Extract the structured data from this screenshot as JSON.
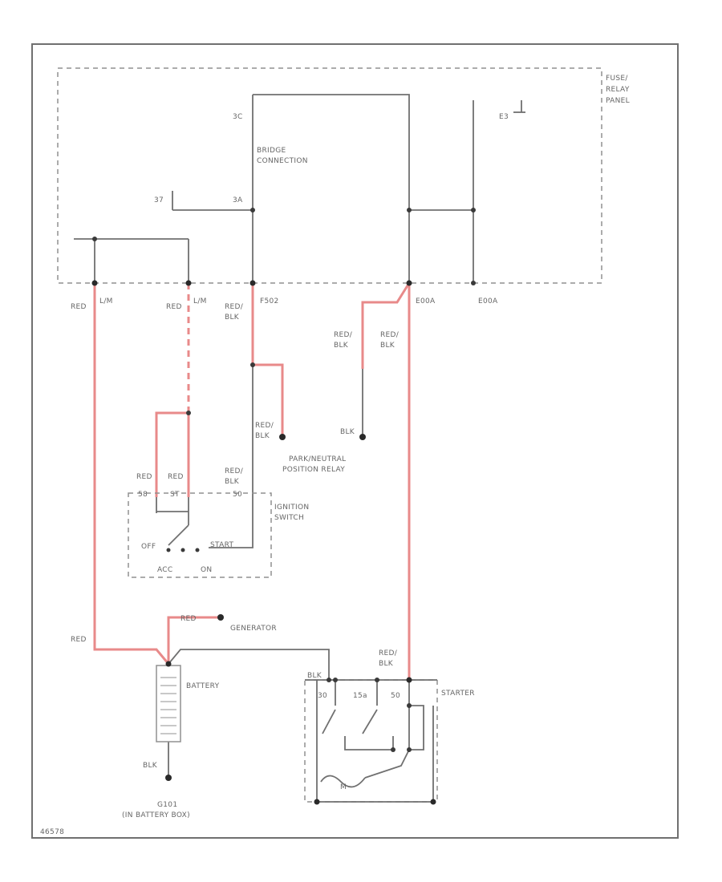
{
  "labels": {
    "fuse_relay_panel": [
      "FUSE/",
      "RELAY",
      "PANEL"
    ],
    "bridge_connection": [
      "BRIDGE",
      "CONNECTION"
    ],
    "pin_3c": "3C",
    "pin_3a": "3A",
    "pin_37": "37",
    "pin_e3": "E3",
    "red_lm1": "RED",
    "lm1": "L/M",
    "red_lm2": "RED",
    "lm2": "L/M",
    "f502_wire": [
      "RED/",
      "BLK"
    ],
    "f502": "F502",
    "e00a_1": "E00A",
    "e00a_2": "E00A",
    "left_red_blk": [
      "RED/",
      "BLK"
    ],
    "right_red_blk": [
      "RED/",
      "BLK"
    ],
    "park_wire": [
      "RED/",
      "BLK"
    ],
    "blk_relay": "BLK",
    "park_neutral": [
      "PARK/NEUTRAL",
      "POSITION RELAY"
    ],
    "red_sw1": "RED",
    "red_sw2": "RED",
    "red_blk_sw": [
      "RED/",
      "BLK"
    ],
    "pin_58": "58",
    "pin_st": "ST",
    "pin_50": "50",
    "ignition_switch": [
      "IGNITION",
      "SWITCH"
    ],
    "off": "OFF",
    "start": "START",
    "acc": "ACC",
    "on": "ON",
    "red_batt": "RED",
    "red_gen": "RED",
    "generator": "GENERATOR",
    "battery": "BATTERY",
    "blk_batt": "BLK",
    "ground": [
      "G101",
      "(IN BATTERY BOX)"
    ],
    "blk_starter": "BLK",
    "starter_wire": [
      "RED/",
      "BLK"
    ],
    "starter": "STARTER",
    "st_pin_30": "30",
    "st_pin_15a": "15a",
    "st_pin_50": "50",
    "motor": "M",
    "corner_code": "46578"
  }
}
